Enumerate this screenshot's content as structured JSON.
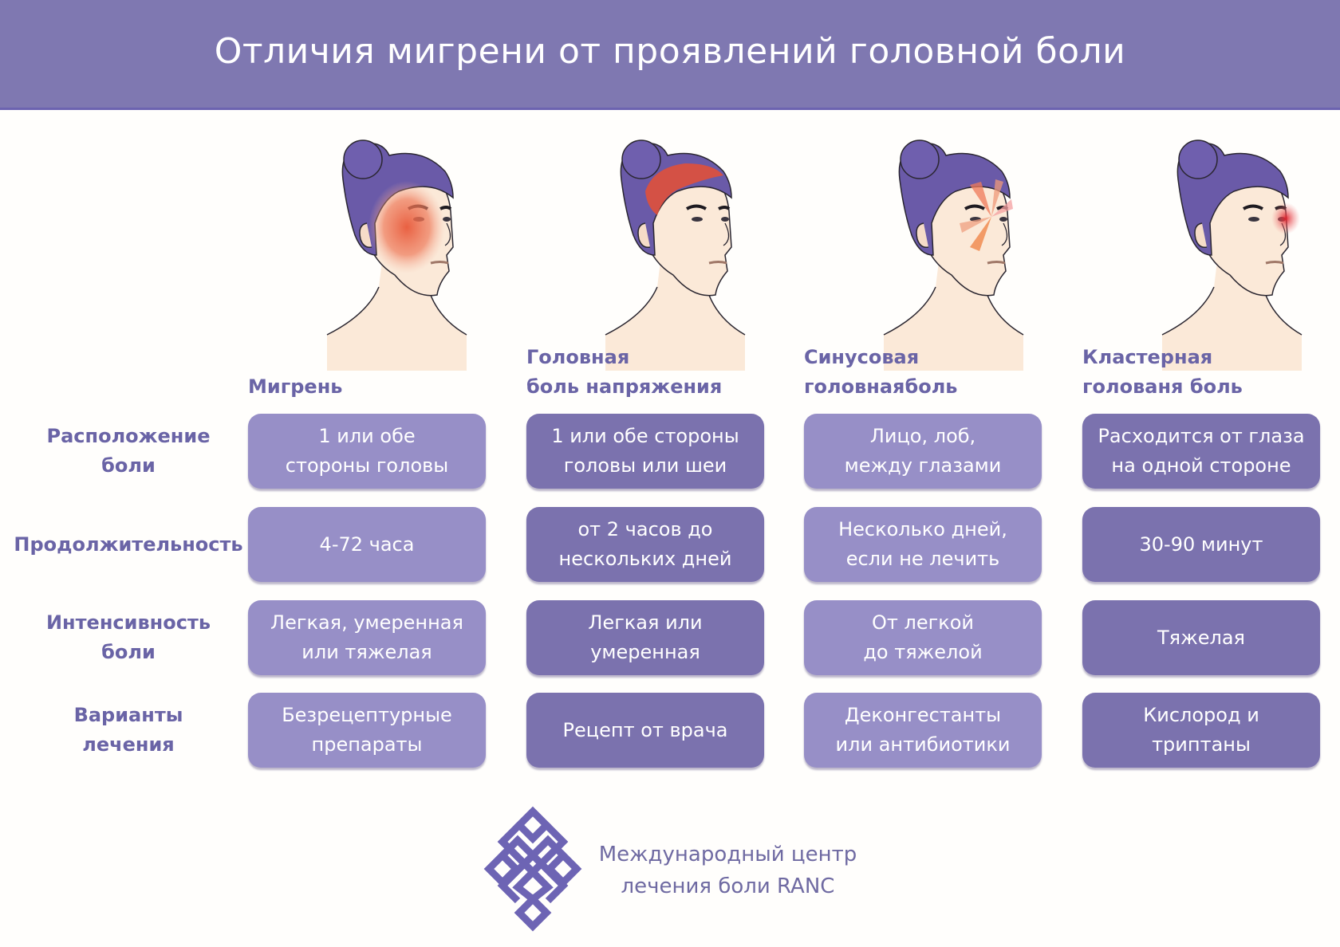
{
  "header": {
    "title": "Отличия мигрени от проявлений головной боли"
  },
  "colors": {
    "header_bg": "#7f78b1",
    "text_accent": "#6a64a6",
    "cell_light": "#978fc7",
    "cell_dark": "#7b72ae",
    "pain_red": "#e0503a"
  },
  "columns": [
    {
      "title_lines": [
        "Мигрень"
      ],
      "pain_area": "half-face",
      "icon": "head-migraine-icon"
    },
    {
      "title_lines": [
        "Головная",
        "боль напряжения"
      ],
      "pain_area": "forehead-band",
      "icon": "head-tension-icon"
    },
    {
      "title_lines": [
        "Синусовая",
        "головнаяболь"
      ],
      "pain_area": "sinus-rays",
      "icon": "head-sinus-icon"
    },
    {
      "title_lines": [
        "Кластерная",
        "голованя боль"
      ],
      "pain_area": "one-eye",
      "icon": "head-cluster-icon"
    }
  ],
  "rows": [
    {
      "label_lines": [
        "Расположение",
        "боли"
      ],
      "cells": [
        [
          "1 или обе",
          "стороны головы"
        ],
        [
          "1 или обе стороны",
          "головы или шеи"
        ],
        [
          "Лицо, лоб,",
          "между глазами"
        ],
        [
          "Расходится от глаза",
          "на одной стороне"
        ]
      ]
    },
    {
      "label_lines": [
        "Продолжительность"
      ],
      "cells": [
        [
          "4-72 часа"
        ],
        [
          "от 2 часов до",
          "нескольких дней"
        ],
        [
          "Несколько дней,",
          "если не лечить"
        ],
        [
          "30-90 минут"
        ]
      ]
    },
    {
      "label_lines": [
        "Интенсивность",
        "боли"
      ],
      "cells": [
        [
          "Легкая, умеренная",
          "или тяжелая"
        ],
        [
          "Легкая или",
          "умеренная"
        ],
        [
          "От легкой",
          "до тяжелой"
        ],
        [
          "Тяжелая"
        ]
      ]
    },
    {
      "label_lines": [
        "Варианты",
        "лечения"
      ],
      "cells": [
        [
          "Безрецептурные",
          "препараты"
        ],
        [
          "Рецепт от врача"
        ],
        [
          "Деконгестанты",
          "или антибиотики"
        ],
        [
          "Кислород и",
          "триптаны"
        ]
      ]
    }
  ],
  "footer": {
    "logo_icon": "endless-knot-logo-icon",
    "org_lines": [
      "Международный центр",
      "лечения боли RANC"
    ]
  }
}
